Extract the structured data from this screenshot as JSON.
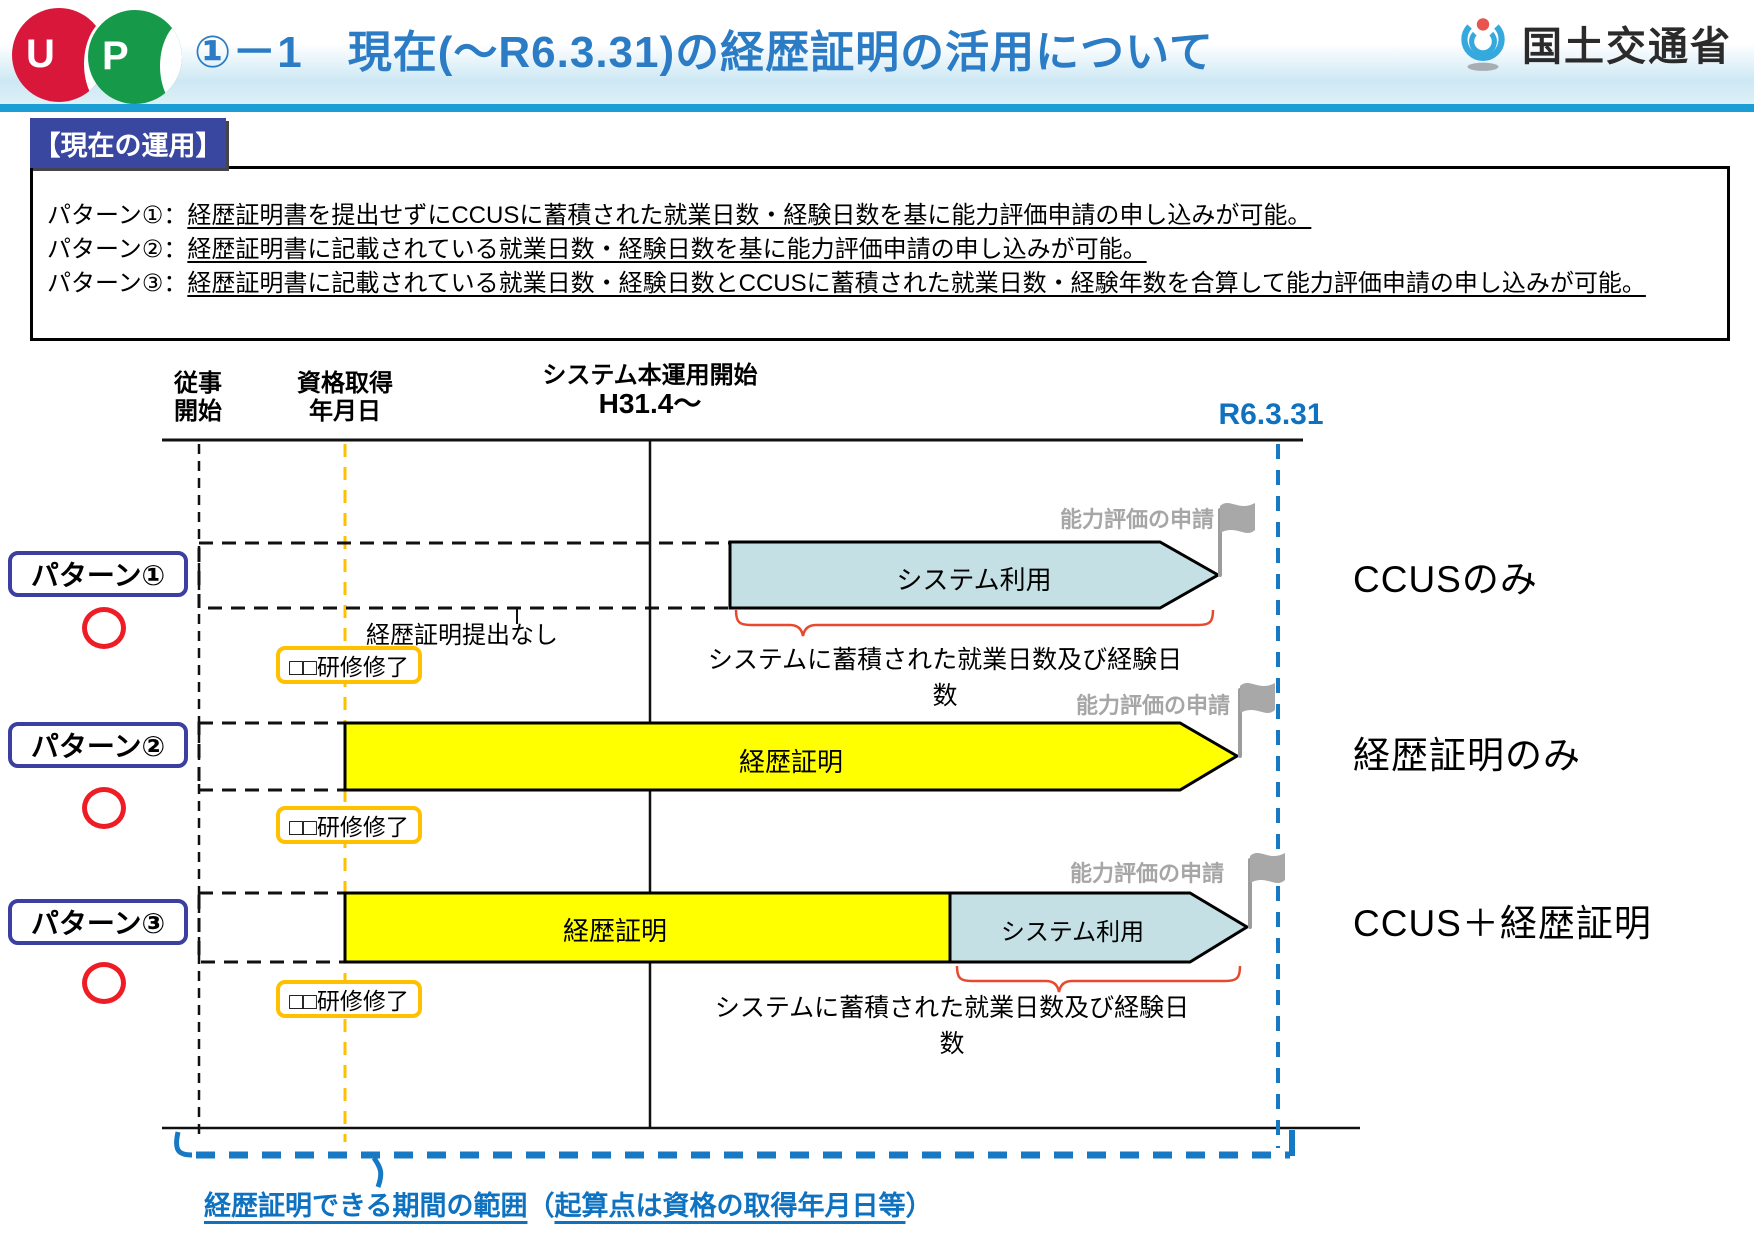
{
  "header": {
    "ccus_logo": {
      "u": "U",
      "p": "P"
    },
    "title": "①－1　現在(～R6.3.31)の経歴証明の活用について",
    "ministry": "国土交通省"
  },
  "current_operation": {
    "label": "【現在の運用】",
    "patterns": [
      {
        "prefix": "パターン①：",
        "body": "経歴証明書を提出せずにCCUSに蓄積された就業日数・経験日数を基に能力評価申請の申し込みが可能。"
      },
      {
        "prefix": "パターン②：",
        "body": "経歴証明書に記載されている就業日数・経験日数を基に能力評価申請の申し込みが可能。"
      },
      {
        "prefix": "パターン③：",
        "body": "経歴証明書に記載されている就業日数・経験日数とCCUSに蓄積された就業日数・経験年数を合算して能力評価申請の申し込みが可能。"
      }
    ]
  },
  "timeline": {
    "axis": {
      "start_label_line1": "従事",
      "start_label_line2": "開始",
      "qual_label_line1": "資格取得",
      "qual_label_line2": "年月日",
      "system_label_line1": "システム本運用開始",
      "system_label_line2": "H31.4～",
      "end_label": "R6.3.31"
    },
    "rows": [
      {
        "name": "パターン①",
        "flag_label": "能力評価の申請",
        "system_bar": "システム利用",
        "no_submit_note": "経歴証明提出なし",
        "training_box": "□□研修修了",
        "brace_note": "システムに蓄積された就業日数及び経験日数",
        "right_label": "CCUSのみ"
      },
      {
        "name": "パターン②",
        "flag_label": "能力評価の申請",
        "career_bar": "経歴証明",
        "training_box": "□□研修修了",
        "right_label": "経歴証明のみ"
      },
      {
        "name": "パターン③",
        "flag_label": "能力評価の申請",
        "career_bar": "経歴証明",
        "system_bar": "システム利用",
        "training_box": "□□研修修了",
        "brace_note": "システムに蓄積された就業日数及び経験日数",
        "right_label": "CCUS＋経歴証明"
      }
    ],
    "bottom_note": {
      "range_text": "経歴証明できる期間の範囲",
      "paren_open": "（",
      "paren_text": "起算点は資格の取得年月日等",
      "paren_close": "）"
    }
  },
  "colors": {
    "title_blue": "#2b7cc5",
    "header_line": "#1b9dd6",
    "navy": "#3a3fa0",
    "yellow": "#ffff00",
    "orange": "#ffc000",
    "light_blue_fill": "#c5e0e5",
    "gray_label": "#a6a6a6",
    "red": "#ee1c25",
    "brace_red": "#e8492e",
    "blue_dash": "#1779c4",
    "blue_text": "#0e72c0"
  }
}
